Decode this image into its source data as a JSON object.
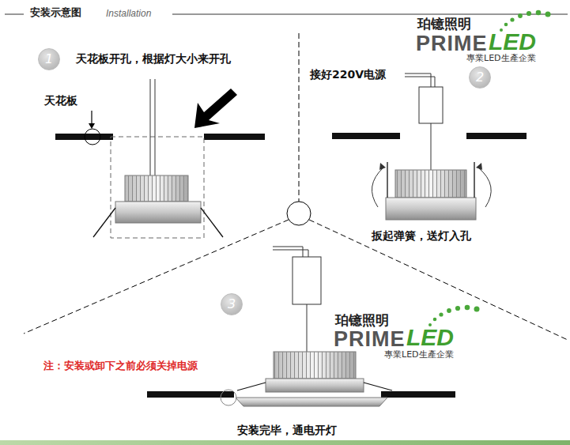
{
  "diagram": {
    "title": "安装示意图",
    "nodes": [
      {
        "text": [
          "1"
        ]
      },
      {
        "text": [
          "2"
        ]
      },
      {
        "text": [
          "3"
        ]
      }
    ],
    "labels": [
      "Installation",
      "珀镱照明",
      "PRIME",
      "LED",
      "專業LED生產企業",
      "天花板开孔，根据灯大小来开孔",
      "天花板",
      "接好220V电源",
      "扳起弹簧，送灯入孔",
      "珀镱照明",
      "PRIME",
      "LED",
      "專業LED生產企業",
      "注：安装或卸下之前必须关掉电源",
      "安装完毕，通电开灯"
    ]
  }
}
